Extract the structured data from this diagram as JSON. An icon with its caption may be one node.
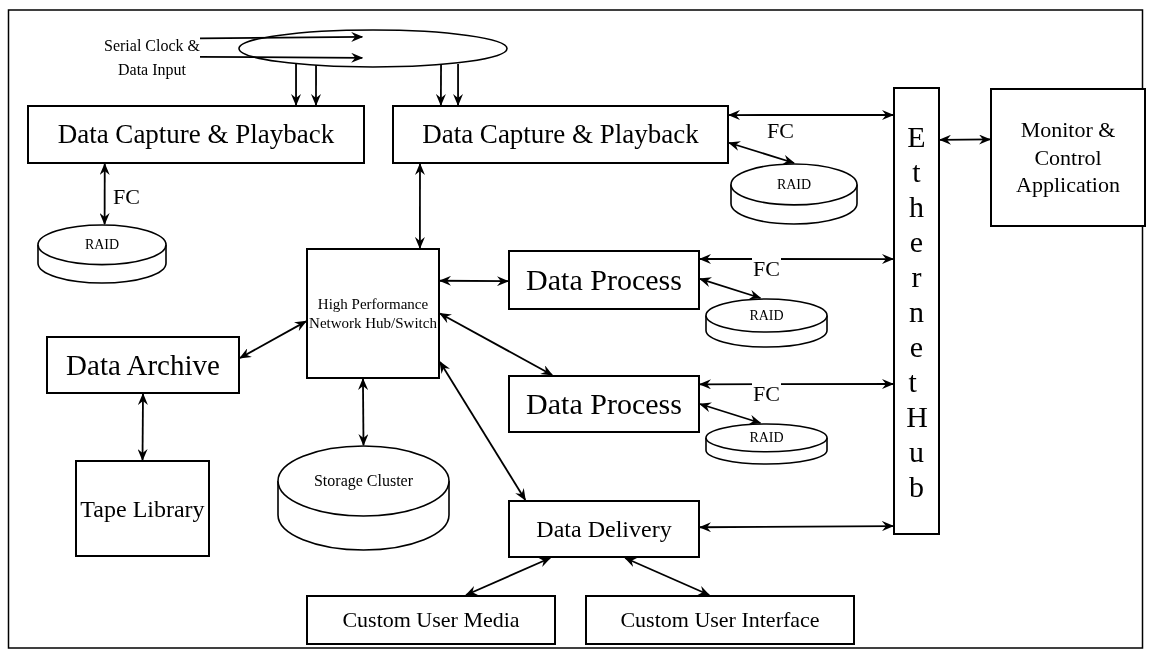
{
  "diagram": {
    "nodes": [
      {
        "text": [
          "Serial Clock & Data Input"
        ]
      },
      {
        "text": [],
        "shape": "ellipse"
      },
      {
        "text": [
          "Data Capture & Playback"
        ]
      },
      {
        "text": [
          "Data Capture & Playback"
        ]
      },
      {
        "text": [
          "RAID"
        ]
      },
      {
        "text": [
          "RAID"
        ]
      },
      {
        "text": [
          "Ethernet Hub"
        ]
      },
      {
        "text": [
          "Monitor & Control Application"
        ]
      },
      {
        "text": [
          "High Performance Network Hub/Switch"
        ]
      },
      {
        "text": [
          "Data Process"
        ]
      },
      {
        "text": [
          "RAID"
        ]
      },
      {
        "text": [
          "Data Archive"
        ]
      },
      {
        "text": [
          "Data Process"
        ]
      },
      {
        "text": [
          "RAID"
        ]
      },
      {
        "text": [
          "Tape Library"
        ]
      },
      {
        "text": [
          "Storage Cluster"
        ]
      },
      {
        "text": [
          "Data Delivery"
        ]
      },
      {
        "text": [
          "Custom User Media"
        ]
      },
      {
        "text": [
          "Custom User Interface"
        ]
      }
    ],
    "edges": [
      {
        "from": 0,
        "to": 1,
        "arrow": "to"
      },
      {
        "from": 0,
        "to": 1,
        "arrow": "to"
      },
      {
        "from": 1,
        "to": 2,
        "arrow": "to"
      },
      {
        "from": 1,
        "to": 2,
        "arrow": "to"
      },
      {
        "from": 1,
        "to": 3,
        "arrow": "to"
      },
      {
        "from": 1,
        "to": 3,
        "arrow": "to"
      },
      {
        "from": 2,
        "to": 4,
        "arrow": "both",
        "label": "FC"
      },
      {
        "from": 3,
        "to": 6,
        "arrow": "both"
      },
      {
        "from": 3,
        "to": 5,
        "arrow": "both",
        "label": "FC"
      },
      {
        "from": 3,
        "to": 8,
        "arrow": "both"
      },
      {
        "from": 6,
        "to": 7,
        "arrow": "both"
      },
      {
        "from": 8,
        "to": 9,
        "arrow": "both"
      },
      {
        "from": 9,
        "to": 6,
        "arrow": "both"
      },
      {
        "from": 9,
        "to": 10,
        "arrow": "both",
        "label": "FC"
      },
      {
        "from": 8,
        "to": 11,
        "arrow": "both"
      },
      {
        "from": 8,
        "to": 12,
        "arrow": "both"
      },
      {
        "from": 12,
        "to": 6,
        "arrow": "both"
      },
      {
        "from": 12,
        "to": 13,
        "arrow": "both",
        "label": "FC"
      },
      {
        "from": 8,
        "to": 15,
        "arrow": "both"
      },
      {
        "from": 8,
        "to": 16,
        "arrow": "both"
      },
      {
        "from": 11,
        "to": 14,
        "arrow": "both"
      },
      {
        "from": 16,
        "to": 6,
        "arrow": "both"
      },
      {
        "from": 16,
        "to": 17,
        "arrow": "both"
      },
      {
        "from": 16,
        "to": 18,
        "arrow": "both"
      }
    ]
  }
}
